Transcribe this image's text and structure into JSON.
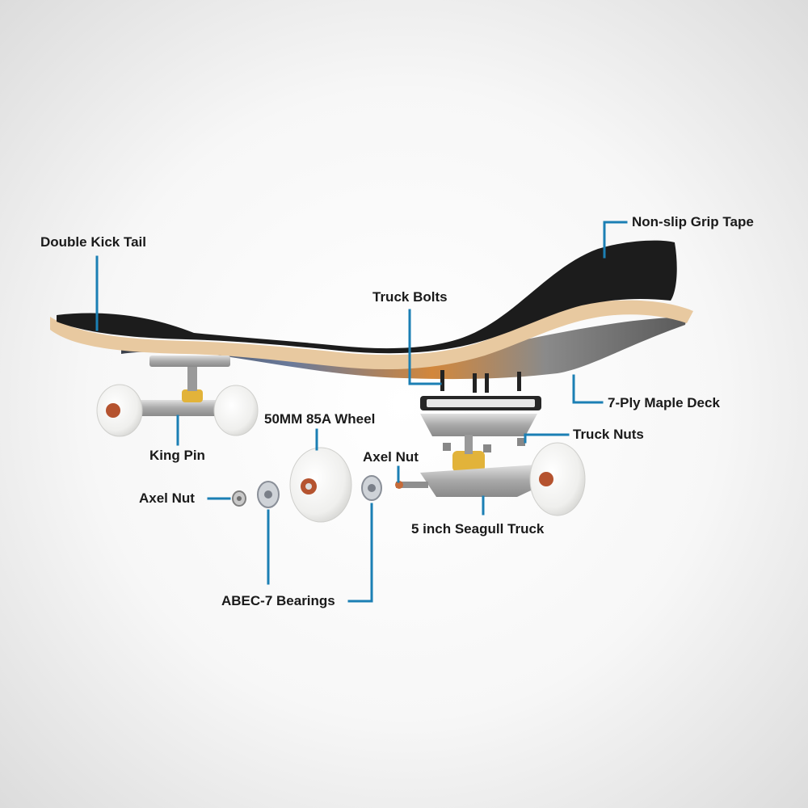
{
  "labels": {
    "double_kick_tail": "Double Kick Tail",
    "non_slip_grip_tape": "Non-slip Grip Tape",
    "truck_bolts": "Truck Bolts",
    "maple_deck": "7-Ply Maple Deck",
    "wheel": "50MM 85A Wheel",
    "truck_nuts": "Truck Nuts",
    "king_pin": "King Pin",
    "axel_nut_right": "Axel Nut",
    "axel_nut_left": "Axel Nut",
    "seagull_truck": "5 inch Seagull Truck",
    "bearings": "ABEC-7 Bearings"
  },
  "colors": {
    "leader_line": "#1b7fb4",
    "grip_tape": "#1c1c1c",
    "maple_edge": "#e8c9a0",
    "wheel": "#f4f4f2",
    "bearing_core": "#b5532f",
    "truck_metal": "#b9b9b9",
    "bushing": "#e2b33a"
  }
}
